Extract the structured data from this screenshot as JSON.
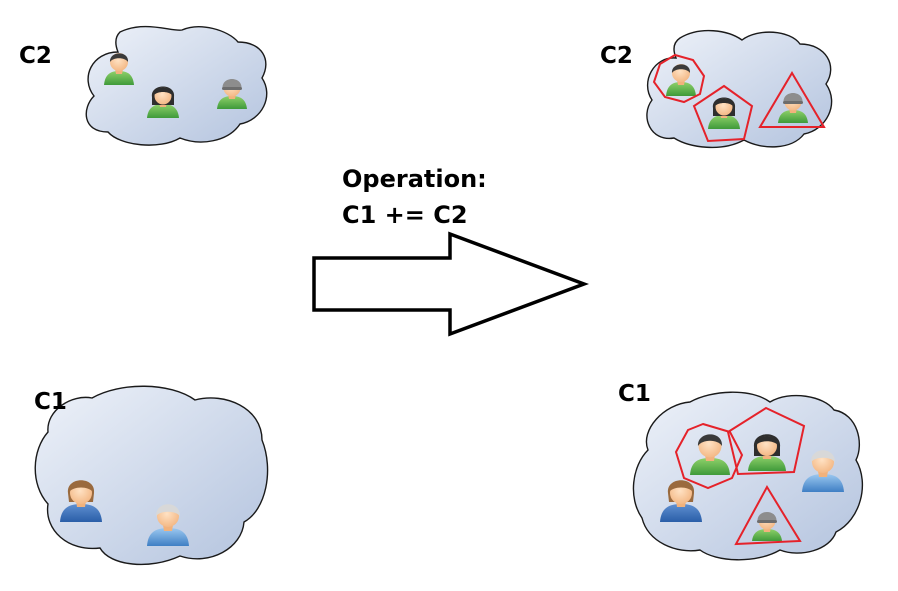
{
  "labels": {
    "c2_before": "C2",
    "c1_before": "C1",
    "c2_after": "C2",
    "c1_after": "C1"
  },
  "operation": {
    "line1": "Operation:",
    "line2": "C1 += C2"
  },
  "colors": {
    "cloud_fill_light": "#e8eef7",
    "cloud_fill_dark": "#b6c6e0",
    "cloud_stroke": "#1a1a1a",
    "highlight": "#e5222a",
    "green_shirt": "#5cb85c",
    "blue_shirt": "#4a86c8"
  },
  "icons": {
    "cloud": "cloud-icon",
    "green_person": "person-green-icon",
    "blue_person": "person-blue-icon",
    "arrow": "right-arrow-icon"
  }
}
